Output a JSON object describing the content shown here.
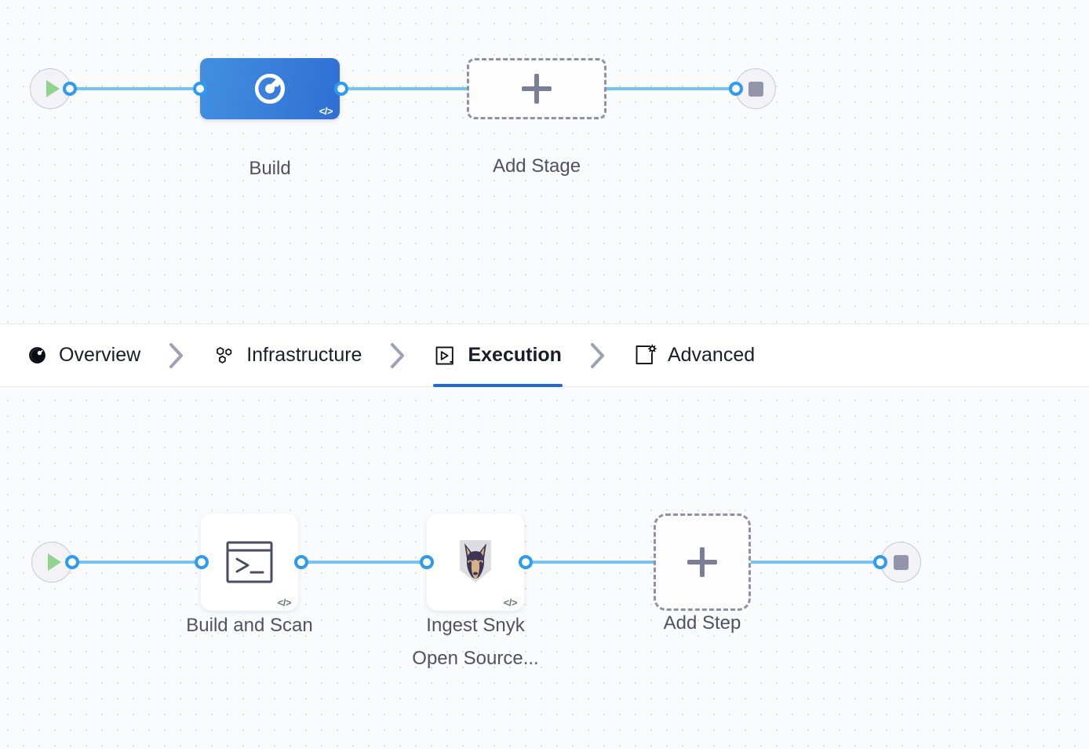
{
  "canvas": {
    "stage_pane_label": "pipeline-stage-canvas",
    "step_pane_label": "stage-step-canvas"
  },
  "stage_graph": {
    "start_node": {
      "icon": "play-icon",
      "label": ""
    },
    "end_node": {
      "icon": "stop-icon",
      "label": ""
    },
    "nodes": [
      {
        "id": "build",
        "type": "stage",
        "caption": "Build",
        "icon": "harness-ci-icon",
        "badge": "</>",
        "selected": true
      },
      {
        "id": "add-stage",
        "type": "add",
        "caption": "Add Stage",
        "icon": "plus-icon",
        "badge": ""
      }
    ]
  },
  "tabs": {
    "items": [
      {
        "id": "overview",
        "label": "Overview",
        "icon": "harness-overview-icon",
        "active": false
      },
      {
        "id": "infrastructure",
        "label": "Infrastructure",
        "icon": "hexagons-icon",
        "active": false
      },
      {
        "id": "execution",
        "label": "Execution",
        "icon": "play-in-box-icon",
        "active": true
      },
      {
        "id": "advanced",
        "label": "Advanced",
        "icon": "bracket-gear-icon",
        "active": false
      }
    ],
    "separator_icon": "chevron-right-icon",
    "active_underline_color": "#1f6ad4"
  },
  "step_graph": {
    "start_node": {
      "icon": "play-icon",
      "label": ""
    },
    "end_node": {
      "icon": "stop-icon",
      "label": ""
    },
    "nodes": [
      {
        "id": "build-and-scan",
        "type": "step",
        "caption": "Build and Scan",
        "icon": "terminal-icon",
        "badge": "</>"
      },
      {
        "id": "ingest-snyk-open-source",
        "type": "step",
        "caption": "Ingest Snyk\nOpen Source...",
        "icon": "snyk-doberman-icon",
        "badge": "</>"
      },
      {
        "id": "add-step",
        "type": "add",
        "caption": "Add Step",
        "icon": "plus-icon",
        "badge": ""
      }
    ]
  },
  "colors": {
    "canvas_background": "#fafbfd",
    "grid_dot": "#dcdfe8",
    "edge_line": "#74c3f2",
    "port_ring": "#2e9bf0",
    "stage_selected_from": "#4290e0",
    "stage_selected_to": "#2f6fd4",
    "caption_text": "#4f5165",
    "dashed_border": "#8e92a8",
    "terminal_fill": "#f2f2f7",
    "play_green": "#90d490",
    "stop_gray": "#9194ab",
    "tab_active_underline": "#1f6ad4",
    "tab_text": "#1b1c2a",
    "snyk_face": "#3c3557",
    "snyk_muzzle": "#d9b183",
    "snyk_shield": "#dcdde1"
  }
}
